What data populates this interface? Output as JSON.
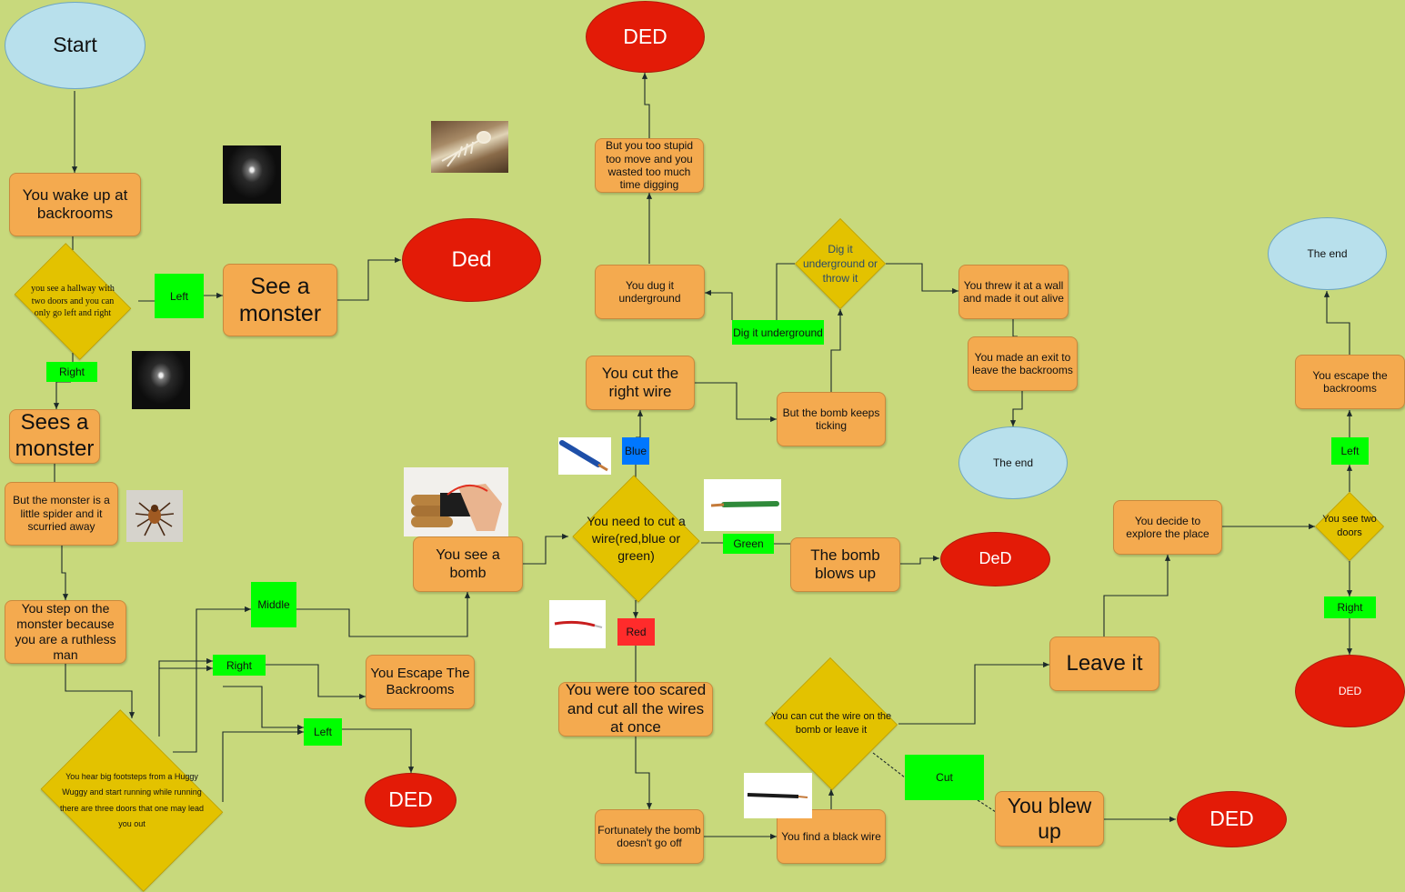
{
  "nodes": {
    "start": "Start",
    "wake_up": "You wake up at backrooms",
    "hallway": "you see a hallway with two doors and you can only go left and right",
    "see_monster_left": "See a monster",
    "ded_left": "Ded",
    "sees_monster_right": "Sees a monster",
    "spider": "But the monster is a little spider and it scurried away",
    "step_on": "You step on the monster because you are a ruthless man",
    "footsteps": "You hear big footsteps from a Huggy Wuggy and start running while running there are three doors that one may lead you out",
    "escape_backrooms_right": "You Escape The Backrooms",
    "ded_bottom": "DED",
    "see_bomb": "You see a bomb",
    "cut_wire_question": "You need to cut a wire(red,blue or green)",
    "cut_right_wire": "You cut the right wire",
    "bomb_keeps_ticking": "But the bomb keeps ticking",
    "dig_or_throw": "Dig it underground or throw it",
    "dug_underground": "You dug it underground",
    "too_stupid": "But you too stupid too move and you wasted too much time digging",
    "ded_top": "DED",
    "threw_at_wall": "You threw it at a wall and made it out alive",
    "made_exit": "You made an exit to leave the backrooms",
    "the_end_mid": "The end",
    "bomb_blows_up": "The bomb blows up",
    "ded_green": "DeD",
    "too_scared": "You were too scared and cut all the wires at once",
    "bomb_no_go": "Fortunately the bomb doesn't go off",
    "black_wire": "You find a black wire",
    "cut_or_leave": "You can cut the wire on the bomb or leave it",
    "leave_it": "Leave it",
    "you_blew_up": "You blew up",
    "ded_blew": "DED",
    "explore": "You decide to explore the place",
    "two_doors": "You see two doors",
    "escape_final": "You escape the backrooms",
    "the_end_top": "The end",
    "ded_right": "DED"
  },
  "labels": {
    "left_1": "Left",
    "right_1": "Right",
    "middle": "Middle",
    "right_2": "Right",
    "left_2": "Left",
    "blue": "Blue",
    "green": "Green",
    "red": "Red",
    "dig_it_underground": "Dig it underground",
    "cut": "Cut",
    "left_3": "Left",
    "right_3": "Right"
  },
  "images": {
    "hallway_1": "dark-hallway-photo",
    "skeleton": "skeleton-photo",
    "hallway_2": "dark-hallway-photo",
    "spider": "spider-photo",
    "bomb": "bomb-photo",
    "blue_wire": "blue-wire-photo",
    "green_wire": "green-wire-photo",
    "red_wire": "red-wire-photo",
    "black_wire": "black-wire-photo"
  },
  "colors": {
    "background": "#c8d97c",
    "process_box": "#f4aa4f",
    "decision": "#e3c200",
    "terminal_start": "#b8e0ec",
    "terminal_death": "#e31b07",
    "label_green": "#00ff00",
    "label_blue": "#0077ff",
    "label_red": "#ff2b2b"
  }
}
